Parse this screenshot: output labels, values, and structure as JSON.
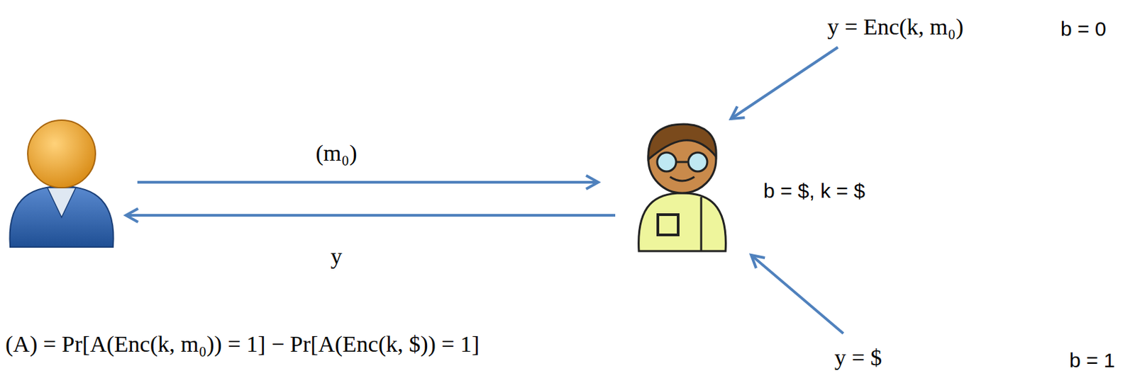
{
  "diagram": {
    "labels": [
      "y = Enc(k, m₀)",
      "b = 0",
      "(m₀)",
      "b = $, k = $",
      "y",
      "(A) = Pr[A(Enc(k, m₀)) = 1] − Pr[A(Enc(k, $)) = 1]",
      "y = $",
      "b = 1"
    ]
  }
}
